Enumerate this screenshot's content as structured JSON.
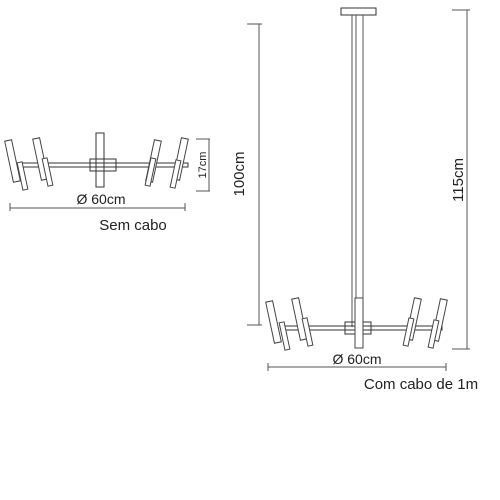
{
  "left_view": {
    "diameter_label": "Ø 60cm",
    "height_label": "17cm",
    "caption": "Sem cabo"
  },
  "right_view": {
    "cable_height_label": "100cm",
    "total_height_label": "115cm",
    "diameter_label": "Ø 60cm",
    "caption": "Com cabo de 1m"
  },
  "colors": {
    "line": "#444444",
    "text": "#222222"
  }
}
